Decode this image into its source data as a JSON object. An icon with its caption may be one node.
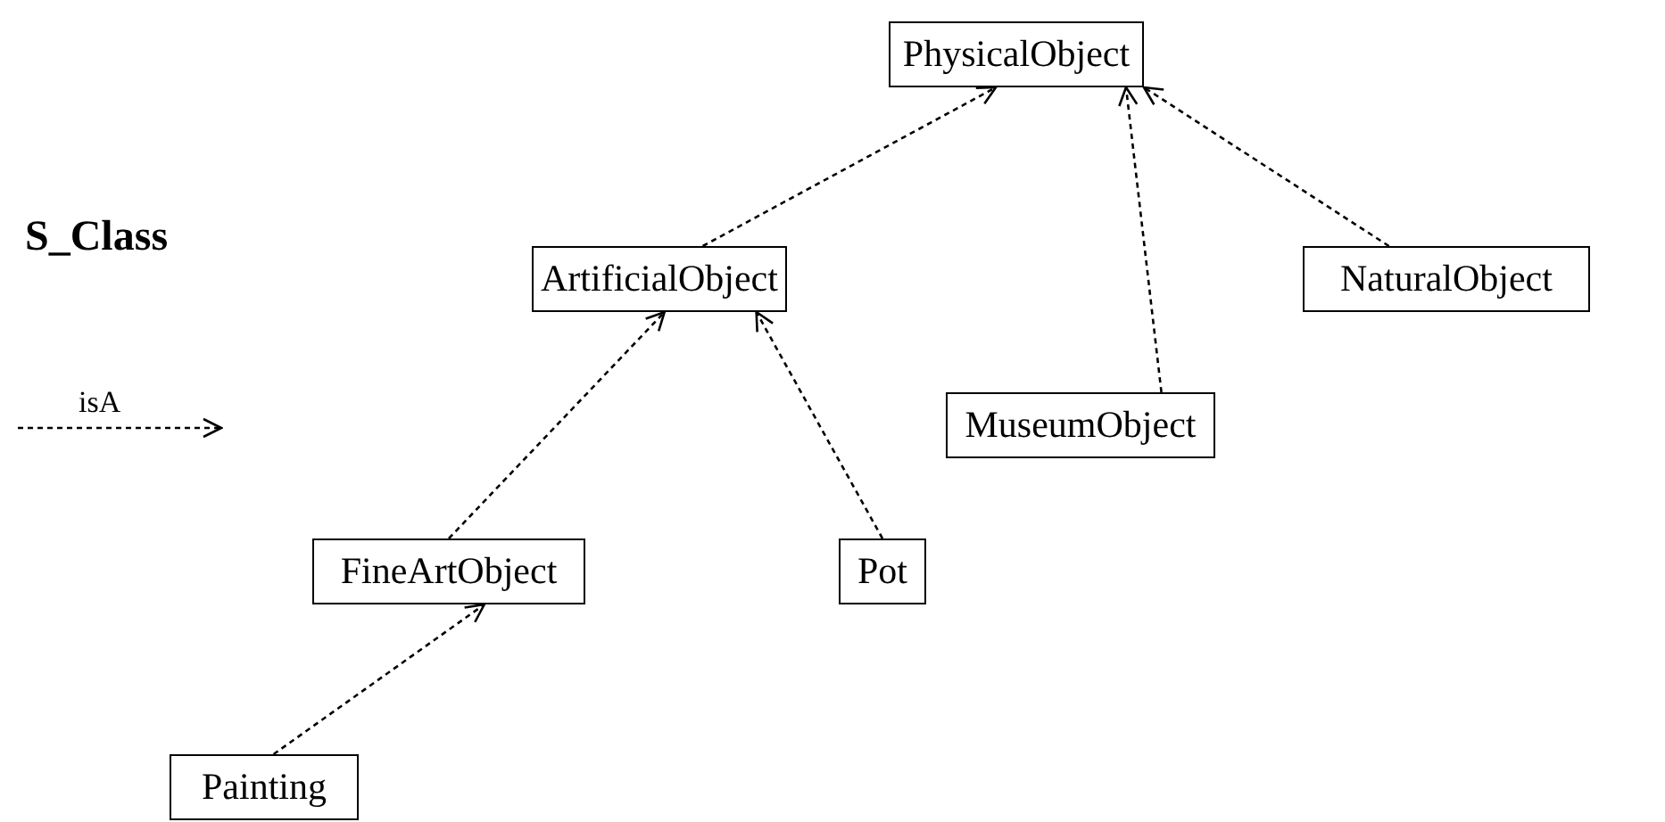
{
  "diagram": {
    "title": "S_Class",
    "nodes": [
      {
        "text": [
          "PhysicalObject"
        ]
      },
      {
        "text": [
          "ArtificialObject"
        ]
      },
      {
        "text": [
          "NaturalObject"
        ]
      },
      {
        "text": [
          "MuseumObject"
        ]
      },
      {
        "text": [
          "FineArtObject"
        ]
      },
      {
        "text": [
          "Pot"
        ]
      },
      {
        "text": [
          "Painting"
        ]
      }
    ],
    "edges": [
      {
        "from": 1,
        "to": 0,
        "arrow": "to",
        "style": "dashed"
      },
      {
        "from": 3,
        "to": 0,
        "arrow": "to",
        "style": "dashed"
      },
      {
        "from": 2,
        "to": 0,
        "arrow": "to",
        "style": "dashed"
      },
      {
        "from": 4,
        "to": 1,
        "arrow": "to",
        "style": "dashed"
      },
      {
        "from": 5,
        "to": 1,
        "arrow": "to",
        "style": "dashed"
      },
      {
        "from": 6,
        "to": 4,
        "arrow": "to",
        "style": "dashed"
      }
    ],
    "legend": [
      {
        "text": "isA"
      }
    ]
  }
}
